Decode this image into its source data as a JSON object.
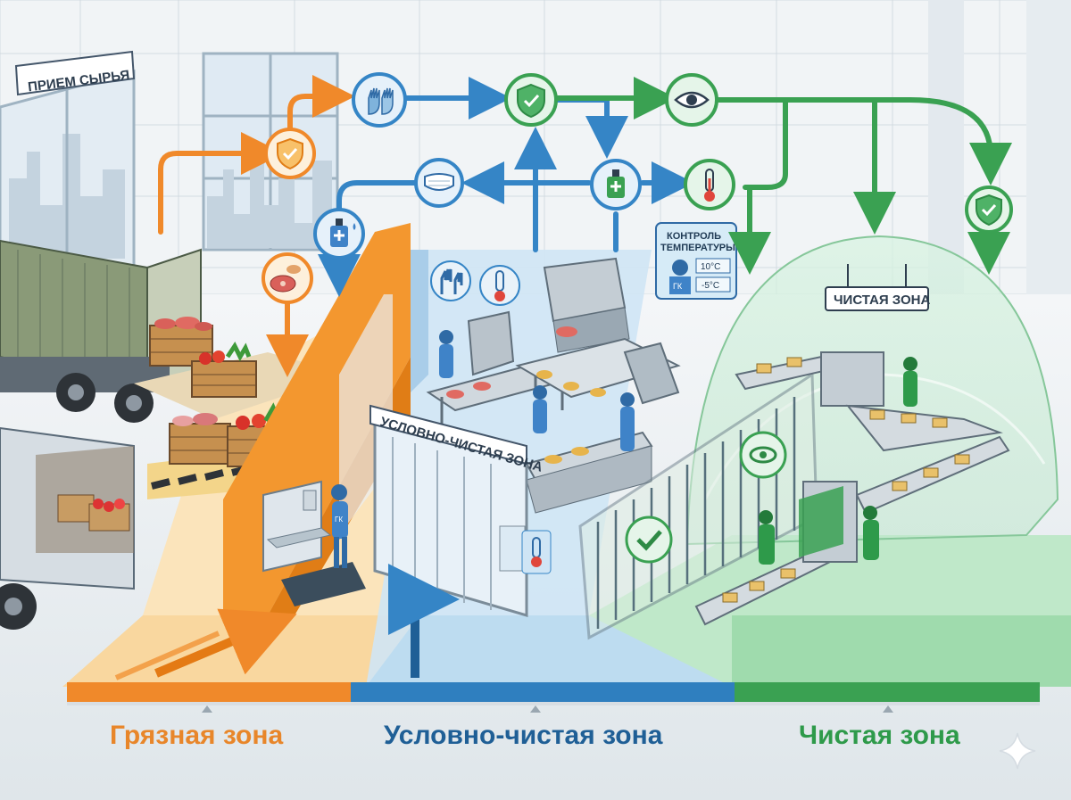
{
  "signs": {
    "receiving": "ПРИЕМ СЫРЬЯ",
    "temp_control_line1": "КОНТРОЛЬ",
    "temp_control_line2": "ТЕМПЕРАТУРЫ",
    "temp_value_1": "10°C",
    "temp_value_2": "-5°C",
    "badge_gk": "ГК",
    "clean_zone_sign": "ЧИСТАЯ ЗОНА",
    "conditional_gate": "УСЛОВНО-ЧИСТАЯ ЗОНА"
  },
  "zones": {
    "dirty": "Грязная зона",
    "conditional": "Условно-чистая зона",
    "clean": "Чистая зона"
  },
  "colors": {
    "dirty": "#f0892a",
    "conditional": "#2f7fbf",
    "clean": "#3aa152",
    "dirty_text": "#e8862a",
    "conditional_text": "#1f5f96",
    "clean_text": "#2e9a4a"
  },
  "icons": {
    "flow_dirty": [
      "shield-check-icon",
      "meat-icon"
    ],
    "flow_conditional": [
      "gloves-icon",
      "mask-icon",
      "sanitizer-icon"
    ],
    "flow_clean": [
      "shield-check-icon",
      "eye-icon",
      "thermometer-icon"
    ]
  }
}
